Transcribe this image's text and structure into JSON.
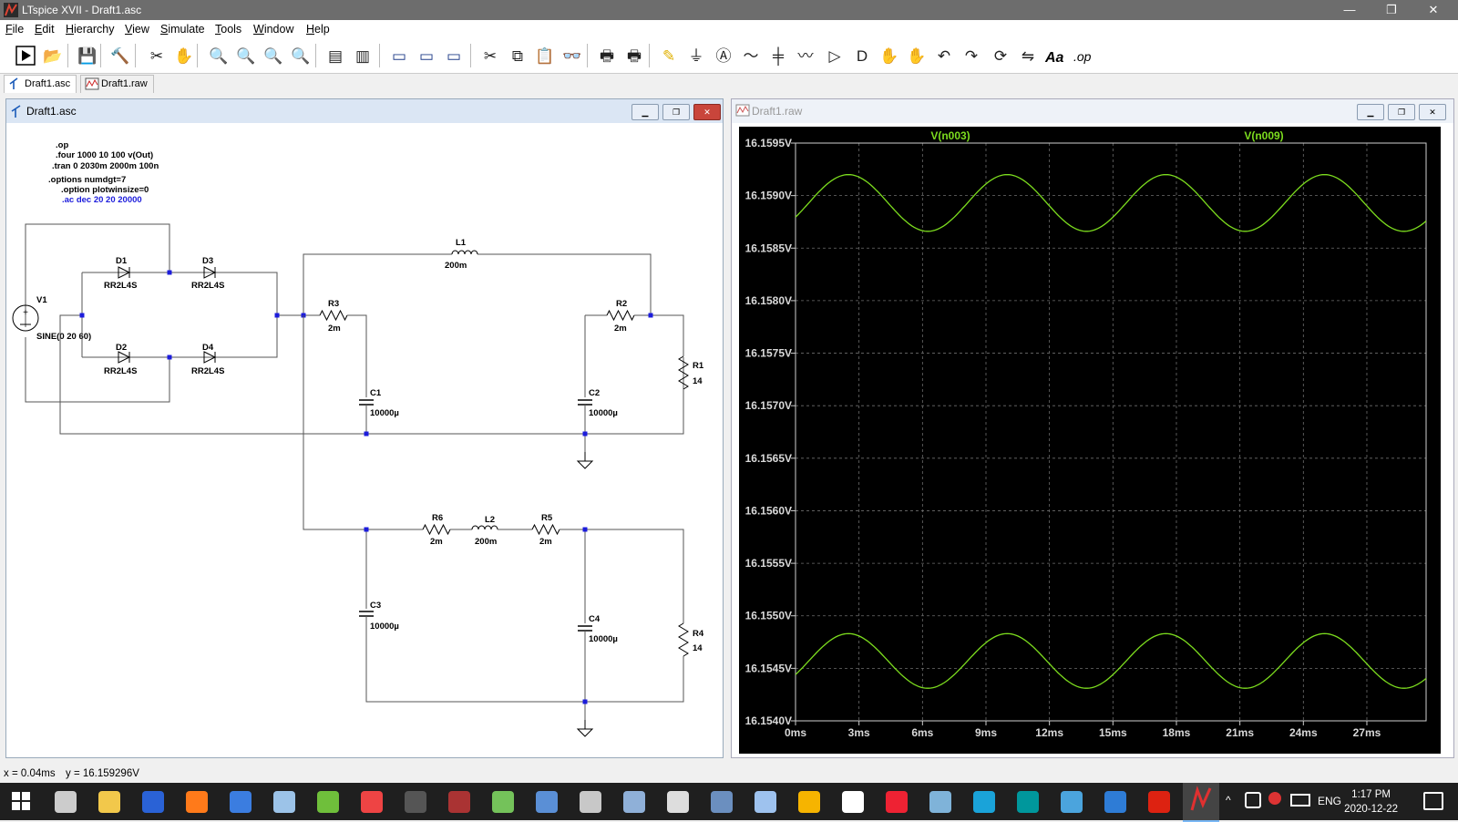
{
  "window_title": "LTspice XVII - Draft1.asc",
  "window_controls": {
    "minimize": "—",
    "restore": "❐",
    "close": "✕"
  },
  "menu": [
    "File",
    "Edit",
    "Hierarchy",
    "View",
    "Simulate",
    "Tools",
    "Window",
    "Help"
  ],
  "toolbar_icons": [
    "run-icon",
    "open-icon",
    "save-icon",
    "control-panel-icon",
    "halt-icon",
    "pan-icon",
    "zoom-in-icon",
    "zoom-rect-icon",
    "zoom-out-icon",
    "zoom-fit-icon",
    "autorange-icon",
    "autorange-off-icon",
    "tile-horizontal-icon",
    "cascade-icon",
    "tile-vertical-icon",
    "cut-icon",
    "copy-icon",
    "paste-icon",
    "find-icon",
    "print-icon",
    "print-setup-icon",
    "draw-wire-icon",
    "ground-icon",
    "label-net-icon",
    "resistor-icon",
    "capacitor-icon",
    "inductor-icon",
    "diode-icon",
    "component-icon",
    "move-icon",
    "drag-icon",
    "undo-icon",
    "redo-icon",
    "rotate-icon",
    "mirror-icon",
    "text-icon",
    "spice-directive-icon"
  ],
  "toolbar_text": {
    "text_tool": "Aa",
    "op_tool": ".op"
  },
  "tabs": [
    {
      "label": "Draft1.asc",
      "active": true
    },
    {
      "label": "Draft1.raw",
      "active": false
    }
  ],
  "schematic": {
    "title": "Draft1.asc",
    "directives": [
      ".op",
      ".four 1000 10 100 v(Out)",
      ".tran 0 2030m 2000m 100n",
      ".options numdgt=7",
      ".option plotwinsize=0",
      ".ac dec 20 20 20000"
    ],
    "components": {
      "V1": {
        "name": "V1",
        "value": "SINE(0 20 60)"
      },
      "D1": {
        "name": "D1",
        "value": "RR2L4S"
      },
      "D2": {
        "name": "D2",
        "value": "RR2L4S"
      },
      "D3": {
        "name": "D3",
        "value": "RR2L4S"
      },
      "D4": {
        "name": "D4",
        "value": "RR2L4S"
      },
      "L1": {
        "name": "L1",
        "value": "200m"
      },
      "L2": {
        "name": "L2",
        "value": "200m"
      },
      "R1": {
        "name": "R1",
        "value": "14"
      },
      "R2": {
        "name": "R2",
        "value": "2m"
      },
      "R3": {
        "name": "R3",
        "value": "2m"
      },
      "R4": {
        "name": "R4",
        "value": "14"
      },
      "R5": {
        "name": "R5",
        "value": "2m"
      },
      "R6": {
        "name": "R6",
        "value": "2m"
      },
      "C1": {
        "name": "C1",
        "value": "10000µ"
      },
      "C2": {
        "name": "C2",
        "value": "10000µ"
      },
      "C3": {
        "name": "C3",
        "value": "10000µ"
      },
      "C4": {
        "name": "C4",
        "value": "10000µ"
      }
    }
  },
  "waveform_window": {
    "title": "Draft1.raw"
  },
  "chart_data": {
    "type": "line",
    "background": "#000000",
    "trace_color": "#7cdc1e",
    "grid": true,
    "legend_placement": "top",
    "x_ticks": [
      "0ms",
      "3ms",
      "6ms",
      "9ms",
      "12ms",
      "15ms",
      "18ms",
      "21ms",
      "24ms",
      "27ms"
    ],
    "y_ticks": [
      "16.1595V",
      "16.1590V",
      "16.1585V",
      "16.1580V",
      "16.1575V",
      "16.1570V",
      "16.1565V",
      "16.1560V",
      "16.1555V",
      "16.1550V",
      "16.1545V",
      "16.1540V"
    ],
    "xlim": [
      0,
      29.8
    ],
    "ylim": [
      16.154,
      16.1595
    ],
    "series": [
      {
        "name": "V(n003)",
        "period_ms": 7.5,
        "points": [
          [
            0,
            16.15901
          ],
          [
            1.25,
            16.15913
          ],
          [
            2.5,
            16.1592
          ],
          [
            3.75,
            16.15905
          ],
          [
            5.0,
            16.15875
          ],
          [
            6.25,
            16.15867
          ],
          [
            7.5,
            16.15883
          ],
          [
            8.75,
            16.15913
          ],
          [
            10.0,
            16.1592
          ],
          [
            11.25,
            16.15905
          ],
          [
            12.5,
            16.15875
          ],
          [
            13.75,
            16.15867
          ],
          [
            15.0,
            16.15883
          ],
          [
            16.25,
            16.15913
          ],
          [
            17.5,
            16.1592
          ],
          [
            18.75,
            16.15905
          ],
          [
            20.0,
            16.15875
          ],
          [
            21.25,
            16.15867
          ],
          [
            22.5,
            16.15883
          ],
          [
            23.75,
            16.15913
          ],
          [
            25.0,
            16.1592
          ],
          [
            26.25,
            16.15905
          ],
          [
            27.5,
            16.15875
          ],
          [
            28.75,
            16.15866
          ],
          [
            29.8,
            16.1588
          ]
        ]
      },
      {
        "name": "V(n009)",
        "period_ms": 7.5,
        "points": [
          [
            0,
            16.15463
          ],
          [
            1.25,
            16.15478
          ],
          [
            2.5,
            16.15483
          ],
          [
            3.75,
            16.15466
          ],
          [
            5.0,
            16.15436
          ],
          [
            6.25,
            16.15431
          ],
          [
            7.5,
            16.15446
          ],
          [
            8.75,
            16.15476
          ],
          [
            10.0,
            16.15483
          ],
          [
            11.25,
            16.15466
          ],
          [
            12.5,
            16.15436
          ],
          [
            13.75,
            16.15431
          ],
          [
            15.0,
            16.15446
          ],
          [
            16.25,
            16.15476
          ],
          [
            17.5,
            16.15483
          ],
          [
            18.75,
            16.15466
          ],
          [
            20.0,
            16.15436
          ],
          [
            21.25,
            16.15431
          ],
          [
            22.5,
            16.15446
          ],
          [
            23.75,
            16.15476
          ],
          [
            25.0,
            16.15483
          ],
          [
            26.25,
            16.15466
          ],
          [
            27.5,
            16.15436
          ],
          [
            28.75,
            16.15431
          ],
          [
            29.8,
            16.15441
          ]
        ]
      }
    ]
  },
  "status": {
    "x": "x = 0.04ms",
    "y": "y = 16.159296V"
  },
  "taskbar": {
    "icons": [
      "windows-start-icon",
      "task-view-icon",
      "file-explorer-icon",
      "app-blue-icon",
      "firefox-icon",
      "app-cloud-icon",
      "app-paint-icon",
      "app-editor-icon",
      "app-grid-icon",
      "terminal-icon",
      "app-red-icon",
      "app-android-icon",
      "app-boxes-icon",
      "app-gear-icon",
      "app-tool-icon",
      "app-x-icon",
      "app-wand-icon",
      "app-doc-icon",
      "weather-icon",
      "app-b-icon",
      "app-f-icon",
      "app-notes-icon",
      "edge-icon",
      "arduino-icon",
      "app-calc-icon",
      "app-window-icon",
      "acrobat-icon",
      "ltspice-icon"
    ],
    "tray": {
      "language": "ENG",
      "time": "1:17 PM",
      "date": "2020-12-22",
      "chevron": "^"
    }
  }
}
